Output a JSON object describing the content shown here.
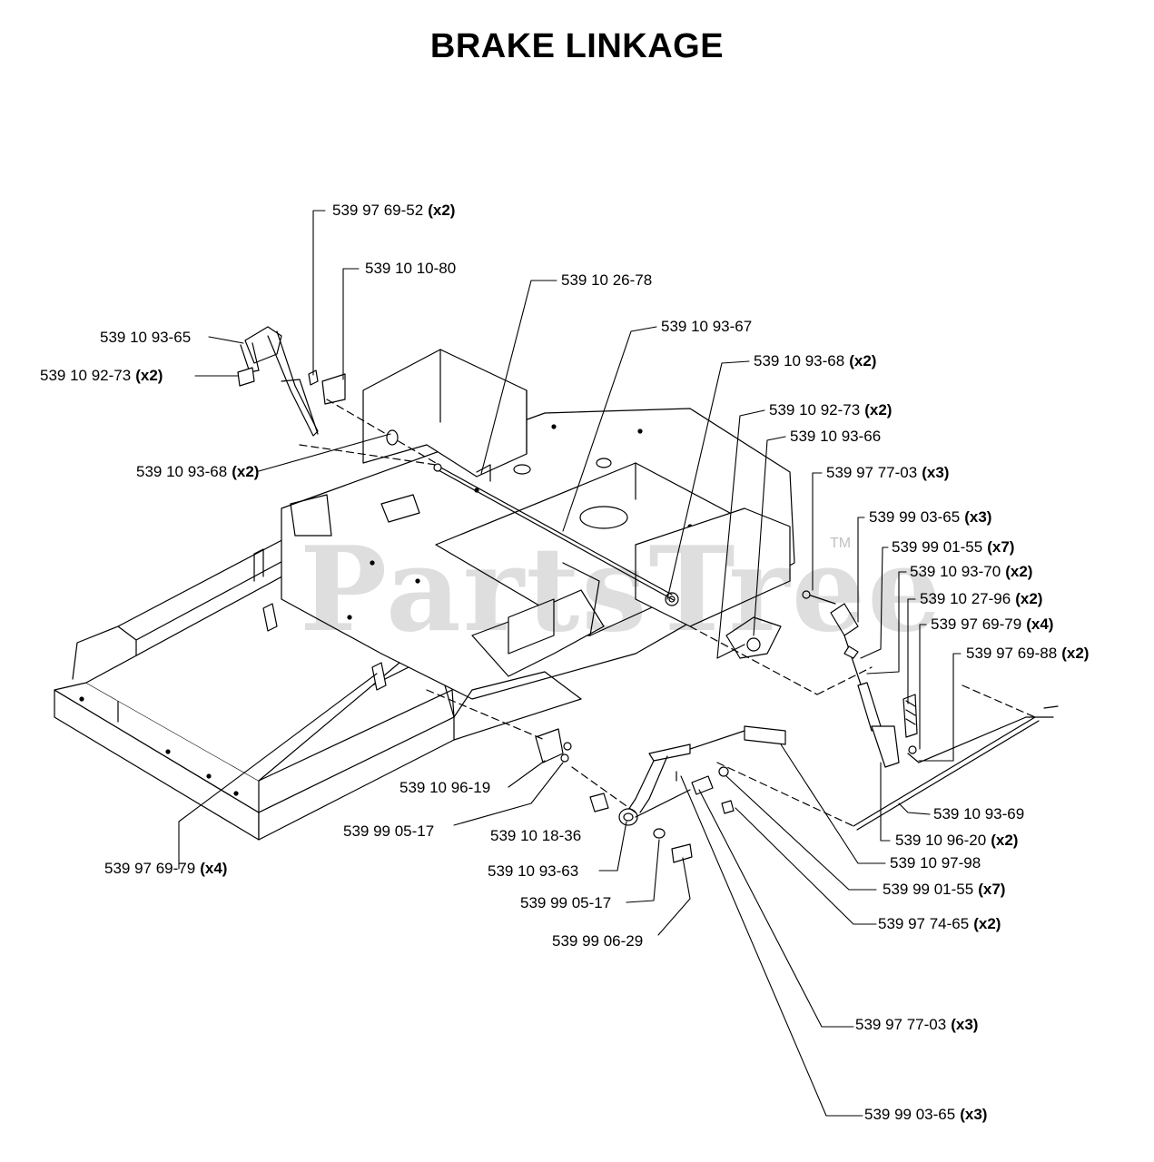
{
  "title": "BRAKE LINKAGE",
  "watermark": "PartsTree",
  "watermark_tm": "TM",
  "callouts": [
    {
      "part": "539 97 69-52",
      "qty": "(x2)"
    },
    {
      "part": "539 10 10-80",
      "qty": ""
    },
    {
      "part": "539 10 26-78",
      "qty": ""
    },
    {
      "part": "539 10 93-67",
      "qty": ""
    },
    {
      "part": "539 10 93-65",
      "qty": ""
    },
    {
      "part": "539 10 92-73",
      "qty": "(x2)"
    },
    {
      "part": "539 10 93-68",
      "qty": "(x2)"
    },
    {
      "part": "539 10 92-73",
      "qty": "(x2)"
    },
    {
      "part": "539 10 93-66",
      "qty": ""
    },
    {
      "part": "539 10 93-68",
      "qty": "(x2)"
    },
    {
      "part": "539 97 77-03",
      "qty": "(x3)"
    },
    {
      "part": "539 99 03-65",
      "qty": "(x3)"
    },
    {
      "part": "539 99 01-55",
      "qty": "(x7)"
    },
    {
      "part": "539 10 93-70",
      "qty": "(x2)"
    },
    {
      "part": "539 10 27-96",
      "qty": "(x2)"
    },
    {
      "part": "539 97 69-79",
      "qty": "(x4)"
    },
    {
      "part": "539 97 69-88",
      "qty": "(x2)"
    },
    {
      "part": "539 10 96-19",
      "qty": ""
    },
    {
      "part": "539 99 05-17",
      "qty": ""
    },
    {
      "part": "539 10 18-36",
      "qty": ""
    },
    {
      "part": "539 10 93-69",
      "qty": ""
    },
    {
      "part": "539 10 96-20",
      "qty": "(x2)"
    },
    {
      "part": "539 97 69-79",
      "qty": "(x4)"
    },
    {
      "part": "539 10 93-63",
      "qty": ""
    },
    {
      "part": "539 10 97-98",
      "qty": ""
    },
    {
      "part": "539 99 01-55",
      "qty": "(x7)"
    },
    {
      "part": "539 99 05-17",
      "qty": ""
    },
    {
      "part": "539 97 74-65",
      "qty": "(x2)"
    },
    {
      "part": "539 99 06-29",
      "qty": ""
    },
    {
      "part": "539 97 77-03",
      "qty": "(x3)"
    },
    {
      "part": "539 99 03-65",
      "qty": "(x3)"
    }
  ]
}
